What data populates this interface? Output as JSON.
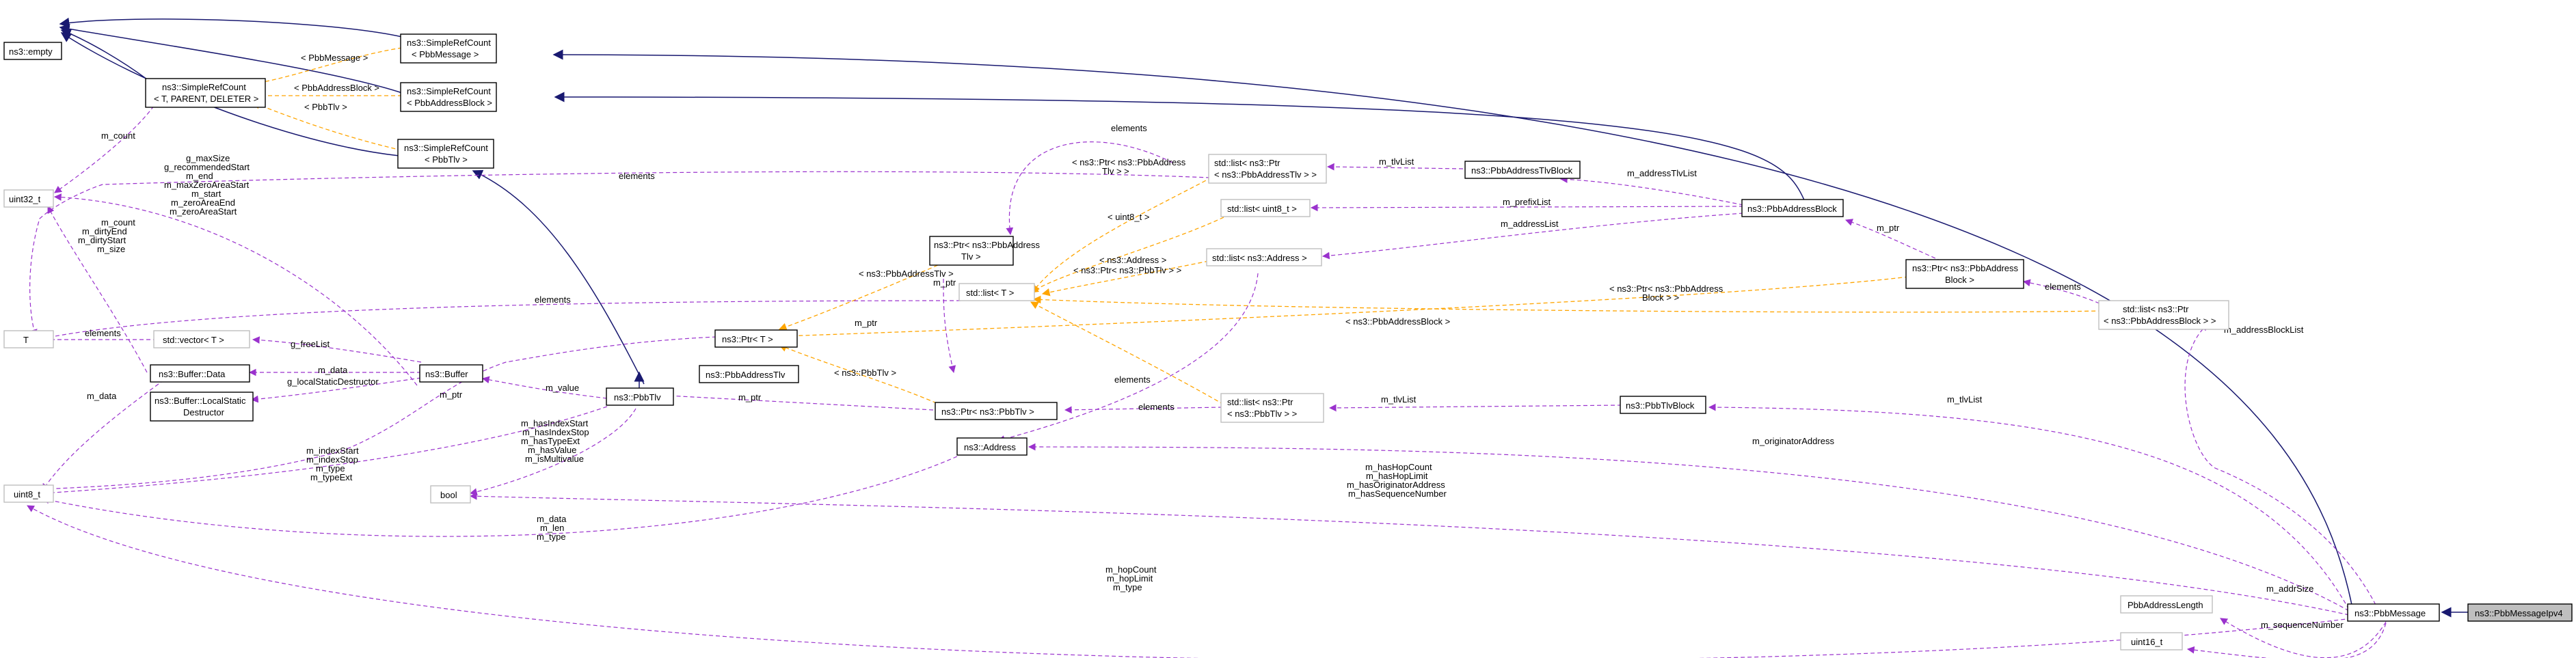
{
  "nodes": {
    "empty": "ns3::empty",
    "srcPbbMessage": [
      "ns3::SimpleRefCount",
      "< PbbMessage >"
    ],
    "srcPbbAddressBlock": [
      "ns3::SimpleRefCount",
      "< PbbAddressBlock >"
    ],
    "srcGeneric": [
      "ns3::SimpleRefCount",
      "< T, PARENT, DELETER >"
    ],
    "srcPbbTlv": [
      "ns3::SimpleRefCount",
      "< PbbTlv >"
    ],
    "uint32": "uint32_t",
    "T": "T",
    "vectorT": "std::vector< T >",
    "bufferData": "ns3::Buffer::Data",
    "bufferLSD": [
      "ns3::Buffer::LocalStatic",
      "Destructor"
    ],
    "buffer": "ns3::Buffer",
    "uint8": "uint8_t",
    "bool": "bool",
    "ptrT": "ns3::Ptr< T >",
    "pbbAddressTlv": "ns3::PbbAddressTlv",
    "pbbTlv": "ns3::PbbTlv",
    "ptrPbbAddressTlv": [
      "ns3::Ptr< ns3::PbbAddress",
      "Tlv >"
    ],
    "listT": "std::list< T >",
    "ptrPbbTlv": "ns3::Ptr< ns3::PbbTlv >",
    "address": "ns3::Address",
    "listPtrAddressTlv": [
      "std::list< ns3::Ptr",
      "< ns3::PbbAddressTlv > >"
    ],
    "listUint8": "std::list< uint8_t >",
    "listAddress": "std::list< ns3::Address >",
    "listPtrTlv": [
      "std::list< ns3::Ptr",
      "< ns3::PbbTlv > >"
    ],
    "pbbAddressTlvBlock": "ns3::PbbAddressTlvBlock",
    "pbbTlvBlock": "ns3::PbbTlvBlock",
    "pbbAddressBlock": "ns3::PbbAddressBlock",
    "ptrPbbAddressBlock": [
      "ns3::Ptr< ns3::PbbAddress",
      "Block >"
    ],
    "listPtrAddressBlock": [
      "std::list< ns3::Ptr",
      "< ns3::PbbAddressBlock > >"
    ],
    "pbbMessage": "ns3::PbbMessage",
    "pbbMessageIpv4": "ns3::PbbMessageIpv4",
    "pbbAddressLength": "PbbAddressLength",
    "uint16": "uint16_t"
  },
  "edges": {
    "tplPbbMessage": "< PbbMessage >",
    "tplPbbAddressBlock": "< PbbAddressBlock >",
    "tplPbbTlv": "< PbbTlv >",
    "mCount": "m_count",
    "bufferSizes": [
      "g_maxSize",
      "g_recommendedStart",
      "m_end",
      "m_maxZeroAreaStart",
      "m_start",
      "m_zeroAreaEnd",
      "m_zeroAreaStart"
    ],
    "dataSizes": [
      "m_count",
      "m_dirtyEnd",
      "m_dirtyStart",
      "m_size"
    ],
    "elementsTop": "elements",
    "elementsListT": "elements",
    "elementsVector": "elements",
    "gFreeList": "g_freeList",
    "mDataBuffer": "m_data",
    "gLocalStatic": "g_localStaticDestructor",
    "mDataUint8": "m_data",
    "mPtrT": "m_ptr",
    "mValue": "m_value",
    "mPtrBuffer": "m_ptr",
    "tlvFields": [
      "m_hasIndexStart",
      "m_hasIndexStop",
      "m_hasTypeExt",
      "m_hasValue",
      "m_isMultivalue"
    ],
    "tlvUint8": [
      "m_indexStart",
      "m_indexStop",
      "m_type",
      "m_typeExt"
    ],
    "addressUint8": [
      "m_data",
      "m_len",
      "m_type"
    ],
    "msgUint8": [
      "m_hopCount",
      "m_hopLimit",
      "m_type"
    ],
    "msgBool": [
      "m_hasHopCount",
      "m_hasHopLimit",
      "m_hasOriginatorAddress",
      "m_hasSequenceNumber"
    ],
    "elementsPtrAddrTlv": "elements",
    "tplPtrAddrTlv": [
      "< ns3::Ptr< ns3::PbbAddress",
      "Tlv > >"
    ],
    "tplUint8": "< uint8_t >",
    "tplAddress": "< ns3::Address >",
    "tplPbbAddressTlv": "< ns3::PbbAddressTlv >",
    "mPtrPbbAddressTlv": "m_ptr",
    "tplPtrPbbTlv": "< ns3::Ptr< ns3::PbbTlv > >",
    "tplPbbTlvPtr": "< ns3::PbbTlv >",
    "mPtrPbbTlv": "m_ptr",
    "elementsAddress": "elements",
    "elementsPtrTlv": "elements",
    "mTlvListAddr": "m_tlvList",
    "mAddressTlvList": "m_addressTlvList",
    "mPrefixList": "m_prefixList",
    "mAddressList": "m_addressList",
    "mPtrAddrBlock": "m_ptr",
    "elementsPtrAddrBlock": "elements",
    "tplPtrAddrBlock": [
      "< ns3::Ptr< ns3::PbbAddress",
      "Block > >"
    ],
    "tplPbbAddressBlockPtr": "< ns3::PbbAddressBlock >",
    "mAddressBlockList": "m_addressBlockList",
    "mTlvListBlock": "m_tlvList",
    "mTlvListMsg": "m_tlvList",
    "mOriginatorAddress": "m_originatorAddress",
    "mAddrSize": "m_addrSize",
    "mSequenceNumber": "m_sequenceNumber"
  }
}
